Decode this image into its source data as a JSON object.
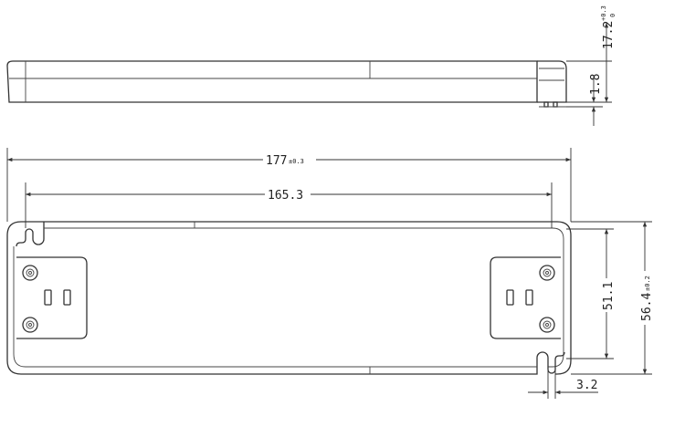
{
  "dimensions": {
    "total_length": {
      "value": "177",
      "tolerance": "±0.3"
    },
    "hole_spacing_length": {
      "value": "165.3"
    },
    "height": {
      "value": "17.2",
      "tol_upper": "+0.3",
      "tol_lower": "0"
    },
    "foot_height": {
      "value": "1.8"
    },
    "hole_spacing_width": {
      "value": "51.1"
    },
    "total_width": {
      "value": "56.4",
      "tolerance": "±0.2"
    },
    "slot_width": {
      "value": "3.2"
    }
  }
}
